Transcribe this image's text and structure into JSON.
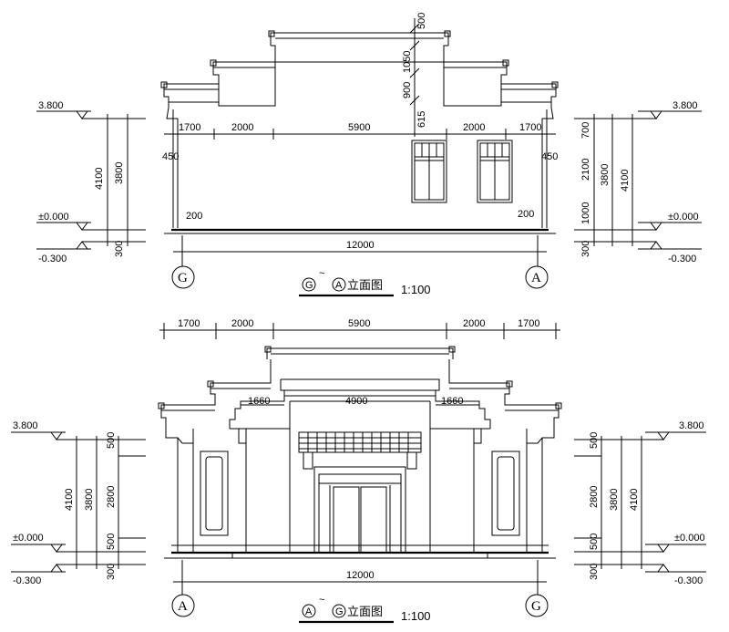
{
  "top": {
    "title_from": "G",
    "title_to": "A",
    "title_sep": "~",
    "title_suffix": "立面图",
    "scale": "1:100",
    "axis_left": "G",
    "axis_right": "A",
    "top_dims": [
      "1700",
      "2000",
      "5900",
      "2000",
      "1700"
    ],
    "total_dim": "12000",
    "vert_dims_center": [
      "500",
      "1050",
      "900",
      "615"
    ],
    "left_levels": [
      "3.800",
      "±0.000",
      "-0.300"
    ],
    "right_levels": [
      "3.800",
      "±0.000",
      "-0.300"
    ],
    "left_vdims": [
      "4100",
      "3800",
      "300"
    ],
    "right_vdims": [
      "700",
      "2100",
      "1000",
      "3800",
      "4100",
      "300"
    ],
    "side_dims": [
      "450",
      "450",
      "200",
      "200"
    ]
  },
  "bottom": {
    "title_from": "A",
    "title_to": "G",
    "title_sep": "~",
    "title_suffix": "立面图",
    "scale": "1:100",
    "axis_left": "A",
    "axis_right": "G",
    "top_dims": [
      "1700",
      "2000",
      "5900",
      "2000",
      "1700"
    ],
    "inner_dims": [
      "1660",
      "4900",
      "1660"
    ],
    "total_dim": "12000",
    "left_levels": [
      "3.800",
      "±0.000",
      "-0.300"
    ],
    "right_levels": [
      "3.800",
      "±0.000",
      "-0.300"
    ],
    "left_vdims": [
      "4100",
      "3800",
      "2800",
      "500",
      "500",
      "300"
    ],
    "right_vdims": [
      "2800",
      "3800",
      "4100",
      "500",
      "500",
      "300"
    ]
  }
}
